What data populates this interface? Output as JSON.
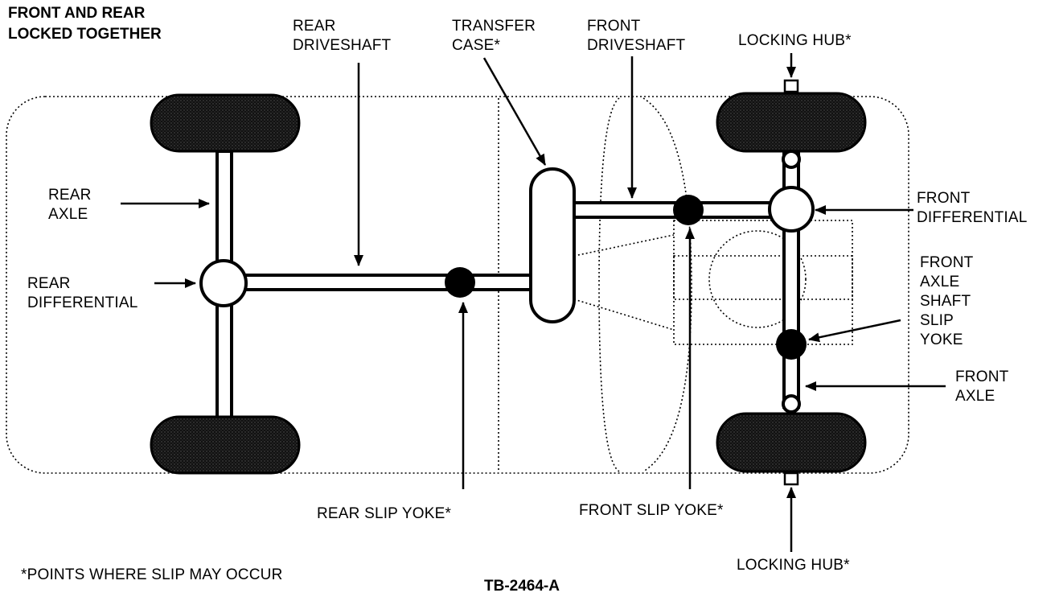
{
  "diagram": {
    "title_lines": [
      "FRONT AND REAR",
      "LOCKED TOGETHER"
    ],
    "labels": {
      "rear_driveshaft": [
        "REAR",
        "DRIVESHAFT"
      ],
      "transfer_case": [
        "TRANSFER",
        "CASE*"
      ],
      "front_driveshaft": [
        "FRONT",
        "DRIVESHAFT"
      ],
      "locking_hub_top": [
        "LOCKING HUB*"
      ],
      "rear_axle": [
        "REAR",
        "AXLE"
      ],
      "front_differential": [
        "FRONT",
        "DIFFERENTIAL"
      ],
      "rear_differential": [
        "REAR",
        "DIFFERENTIAL"
      ],
      "front_axle_shaft_slip_yoke": [
        "FRONT",
        "AXLE",
        "SHAFT",
        "SLIP",
        "YOKE"
      ],
      "front_axle": [
        "FRONT",
        "AXLE"
      ],
      "rear_slip_yoke": [
        "REAR SLIP YOKE*"
      ],
      "front_slip_yoke": [
        "FRONT SLIP YOKE*"
      ],
      "locking_hub_bottom": [
        "LOCKING HUB*"
      ]
    },
    "footnote": "*POINTS WHERE SLIP MAY OCCUR",
    "figure_id": "TB-2464-A"
  }
}
